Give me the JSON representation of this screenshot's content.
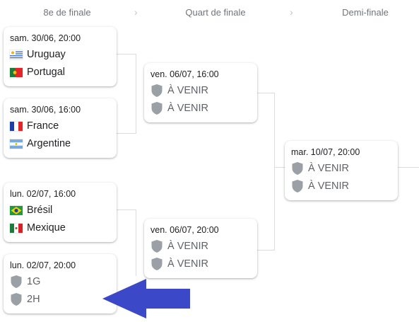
{
  "rounds": [
    {
      "title": "8e de finale"
    },
    {
      "title": "Quart de finale"
    },
    {
      "title": "Demi-finale"
    }
  ],
  "matches": {
    "r16_1": {
      "date": "sam. 30/06, 20:00",
      "team1": {
        "name": "Uruguay",
        "flag": "uruguay-flag"
      },
      "team2": {
        "name": "Portugal",
        "flag": "portugal-flag"
      }
    },
    "r16_2": {
      "date": "sam. 30/06, 16:00",
      "team1": {
        "name": "France",
        "flag": "france-flag"
      },
      "team2": {
        "name": "Argentine",
        "flag": "argentina-flag"
      }
    },
    "r16_3": {
      "date": "lun. 02/07, 16:00",
      "team1": {
        "name": "Brésil",
        "flag": "brazil-flag"
      },
      "team2": {
        "name": "Mexique",
        "flag": "mexico-flag"
      }
    },
    "r16_4": {
      "date": "lun. 02/07, 20:00",
      "team1": {
        "name": "1G",
        "flag": "shield-icon"
      },
      "team2": {
        "name": "2H",
        "flag": "shield-icon"
      }
    },
    "qf_1": {
      "date": "ven. 06/07, 16:00",
      "team1": {
        "name": "À VENIR",
        "flag": "shield-icon"
      },
      "team2": {
        "name": "À VENIR",
        "flag": "shield-icon"
      }
    },
    "qf_2": {
      "date": "ven. 06/07, 20:00",
      "team1": {
        "name": "À VENIR",
        "flag": "shield-icon"
      },
      "team2": {
        "name": "À VENIR",
        "flag": "shield-icon"
      }
    },
    "sf_1": {
      "date": "mar. 10/07, 20:00",
      "team1": {
        "name": "À VENIR",
        "flag": "shield-icon"
      },
      "team2": {
        "name": "À VENIR",
        "flag": "shield-icon"
      }
    }
  },
  "annotation": {
    "arrow_color": "#3b48c8"
  }
}
